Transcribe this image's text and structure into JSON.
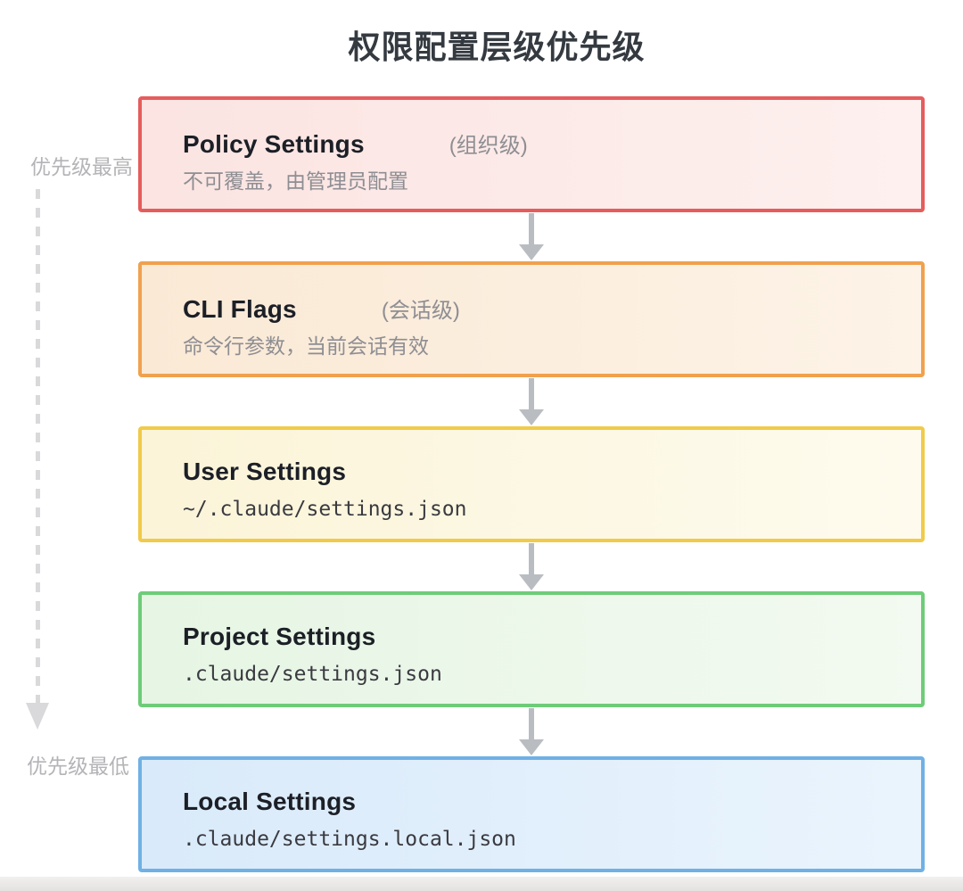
{
  "title": "权限配置层级优先级",
  "rail": {
    "top_label": "优先级最高",
    "bottom_label": "优先级最低",
    "line_color": "#d9d9dc"
  },
  "connector_color": "#b9bdc2",
  "levels": [
    {
      "name": "Policy Settings",
      "tag": "(组织级)",
      "note": "不可覆盖，由管理员配置",
      "border_color": "#e65c5c",
      "bg_left": "#fbe4e2",
      "bg_right": "#fdf0ee"
    },
    {
      "name": "CLI Flags",
      "tag": "(会话级)",
      "note": "命令行参数，当前会话有效",
      "border_color": "#f0a14e",
      "bg_left": "#fae9d5",
      "bg_right": "#fdf3e7"
    },
    {
      "name": "User Settings",
      "path": "~/.claude/settings.json",
      "border_color": "#f1ca49",
      "bg_left": "#fbf4d8",
      "bg_right": "#fefbee"
    },
    {
      "name": "Project Settings",
      "path": ".claude/settings.json",
      "border_color": "#6ecc78",
      "bg_left": "#e6f5e4",
      "bg_right": "#f3faf1"
    },
    {
      "name": "Local Settings",
      "path": ".claude/settings.local.json",
      "border_color": "#6fb1e5",
      "bg_left": "#d9eafa",
      "bg_right": "#eaf4fd"
    }
  ]
}
